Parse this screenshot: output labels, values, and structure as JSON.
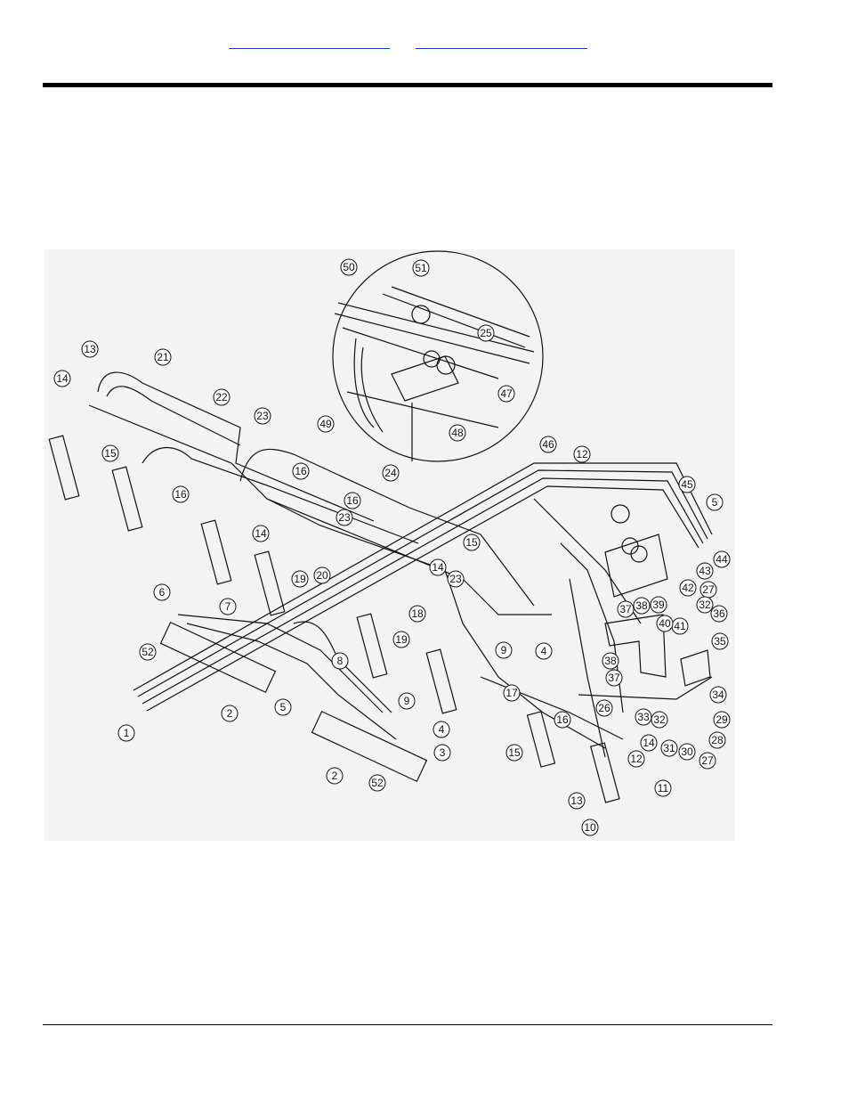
{
  "header": {
    "link_1": "",
    "link_2": ""
  },
  "callouts": [
    {
      "id": "c50",
      "label": "50"
    },
    {
      "id": "c51",
      "label": "51"
    },
    {
      "id": "c25",
      "label": "25"
    },
    {
      "id": "c47",
      "label": "47"
    },
    {
      "id": "c49",
      "label": "49"
    },
    {
      "id": "c48",
      "label": "48"
    },
    {
      "id": "c13",
      "label": "13"
    },
    {
      "id": "c21",
      "label": "21"
    },
    {
      "id": "c14a",
      "label": "14"
    },
    {
      "id": "c22",
      "label": "22"
    },
    {
      "id": "c23a",
      "label": "23"
    },
    {
      "id": "c15a",
      "label": "15"
    },
    {
      "id": "c16a",
      "label": "16"
    },
    {
      "id": "c46",
      "label": "46"
    },
    {
      "id": "c12a",
      "label": "12"
    },
    {
      "id": "c45",
      "label": "45"
    },
    {
      "id": "c5a",
      "label": "5"
    },
    {
      "id": "c16b",
      "label": "16"
    },
    {
      "id": "c24",
      "label": "24"
    },
    {
      "id": "c23b",
      "label": "23"
    },
    {
      "id": "c16c",
      "label": "16"
    },
    {
      "id": "c14b",
      "label": "14"
    },
    {
      "id": "c19a",
      "label": "19"
    },
    {
      "id": "c20",
      "label": "20"
    },
    {
      "id": "c15b",
      "label": "15"
    },
    {
      "id": "c44",
      "label": "44"
    },
    {
      "id": "c43",
      "label": "43"
    },
    {
      "id": "c42",
      "label": "42"
    },
    {
      "id": "c27a",
      "label": "27"
    },
    {
      "id": "c37a",
      "label": "37"
    },
    {
      "id": "c38a",
      "label": "38"
    },
    {
      "id": "c39",
      "label": "39"
    },
    {
      "id": "c32a",
      "label": "32"
    },
    {
      "id": "c36",
      "label": "36"
    },
    {
      "id": "c6",
      "label": "6"
    },
    {
      "id": "c7",
      "label": "7"
    },
    {
      "id": "c14c",
      "label": "14"
    },
    {
      "id": "c23c",
      "label": "23"
    },
    {
      "id": "c52a",
      "label": "52"
    },
    {
      "id": "c18",
      "label": "18"
    },
    {
      "id": "c19b",
      "label": "19"
    },
    {
      "id": "c9a",
      "label": "9"
    },
    {
      "id": "c4a",
      "label": "4"
    },
    {
      "id": "c41",
      "label": "41"
    },
    {
      "id": "c40",
      "label": "40"
    },
    {
      "id": "c38b",
      "label": "38"
    },
    {
      "id": "c37b",
      "label": "37"
    },
    {
      "id": "c35",
      "label": "35"
    },
    {
      "id": "c8",
      "label": "8"
    },
    {
      "id": "c17",
      "label": "17"
    },
    {
      "id": "c2a",
      "label": "2"
    },
    {
      "id": "c5b",
      "label": "5"
    },
    {
      "id": "c9b",
      "label": "9"
    },
    {
      "id": "c34",
      "label": "34"
    },
    {
      "id": "c1",
      "label": "1"
    },
    {
      "id": "c4b",
      "label": "4"
    },
    {
      "id": "c16d",
      "label": "16"
    },
    {
      "id": "c33",
      "label": "33"
    },
    {
      "id": "c32b",
      "label": "32"
    },
    {
      "id": "c29",
      "label": "29"
    },
    {
      "id": "c26",
      "label": "26"
    },
    {
      "id": "c3",
      "label": "3"
    },
    {
      "id": "c14d",
      "label": "14"
    },
    {
      "id": "c28",
      "label": "28"
    },
    {
      "id": "c31",
      "label": "31"
    },
    {
      "id": "c30",
      "label": "30"
    },
    {
      "id": "c15c",
      "label": "15"
    },
    {
      "id": "c12b",
      "label": "12"
    },
    {
      "id": "c27b",
      "label": "27"
    },
    {
      "id": "c2b",
      "label": "2"
    },
    {
      "id": "c52b",
      "label": "52"
    },
    {
      "id": "c11",
      "label": "11"
    },
    {
      "id": "c13b",
      "label": "13"
    },
    {
      "id": "c10",
      "label": "10"
    }
  ]
}
